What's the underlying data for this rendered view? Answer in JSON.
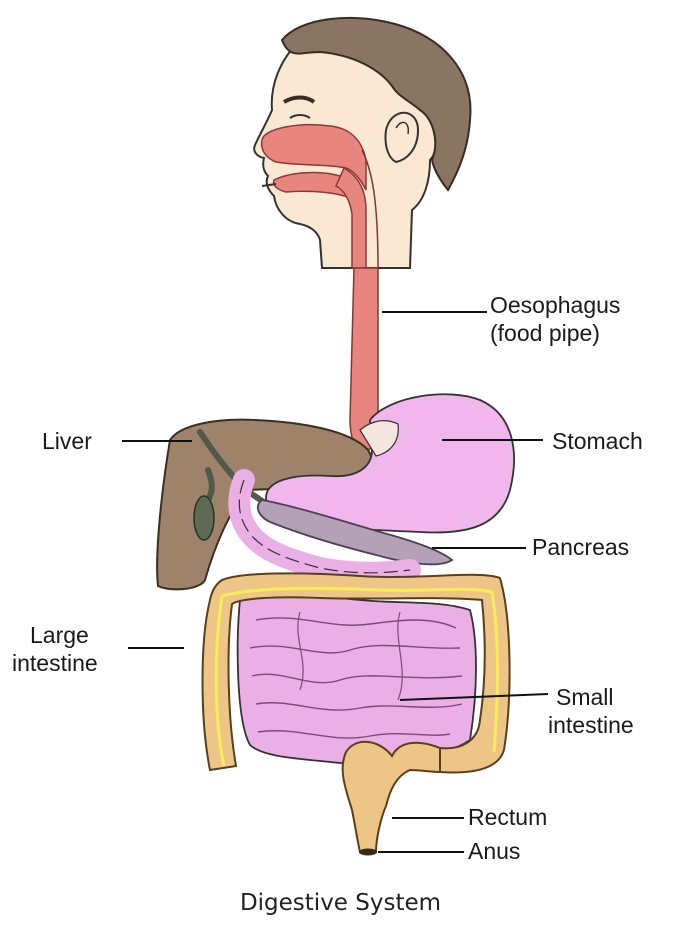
{
  "labels": {
    "oesophagus_line1": "Oesophagus",
    "oesophagus_line2": "(food pipe)",
    "liver": "Liver",
    "stomach": "Stomach",
    "pancreas": "Pancreas",
    "large_intestine_line1": "Large",
    "large_intestine_line2": "intestine",
    "small_intestine_line1": "Small",
    "small_intestine_line2": "intestine",
    "rectum": "Rectum",
    "anus": "Anus"
  },
  "caption": "Digestive System",
  "colors": {
    "skin": "#fbe8d2",
    "hair": "#8a7563",
    "tract": "#e9857f",
    "liver": "#9e826a",
    "stomach": "#f1b6ec",
    "small_intestine": "#eab0e6",
    "large_intestine": "#edc587",
    "pancreas": "#b4a1b8",
    "bile_duct": "#4f5a48"
  }
}
